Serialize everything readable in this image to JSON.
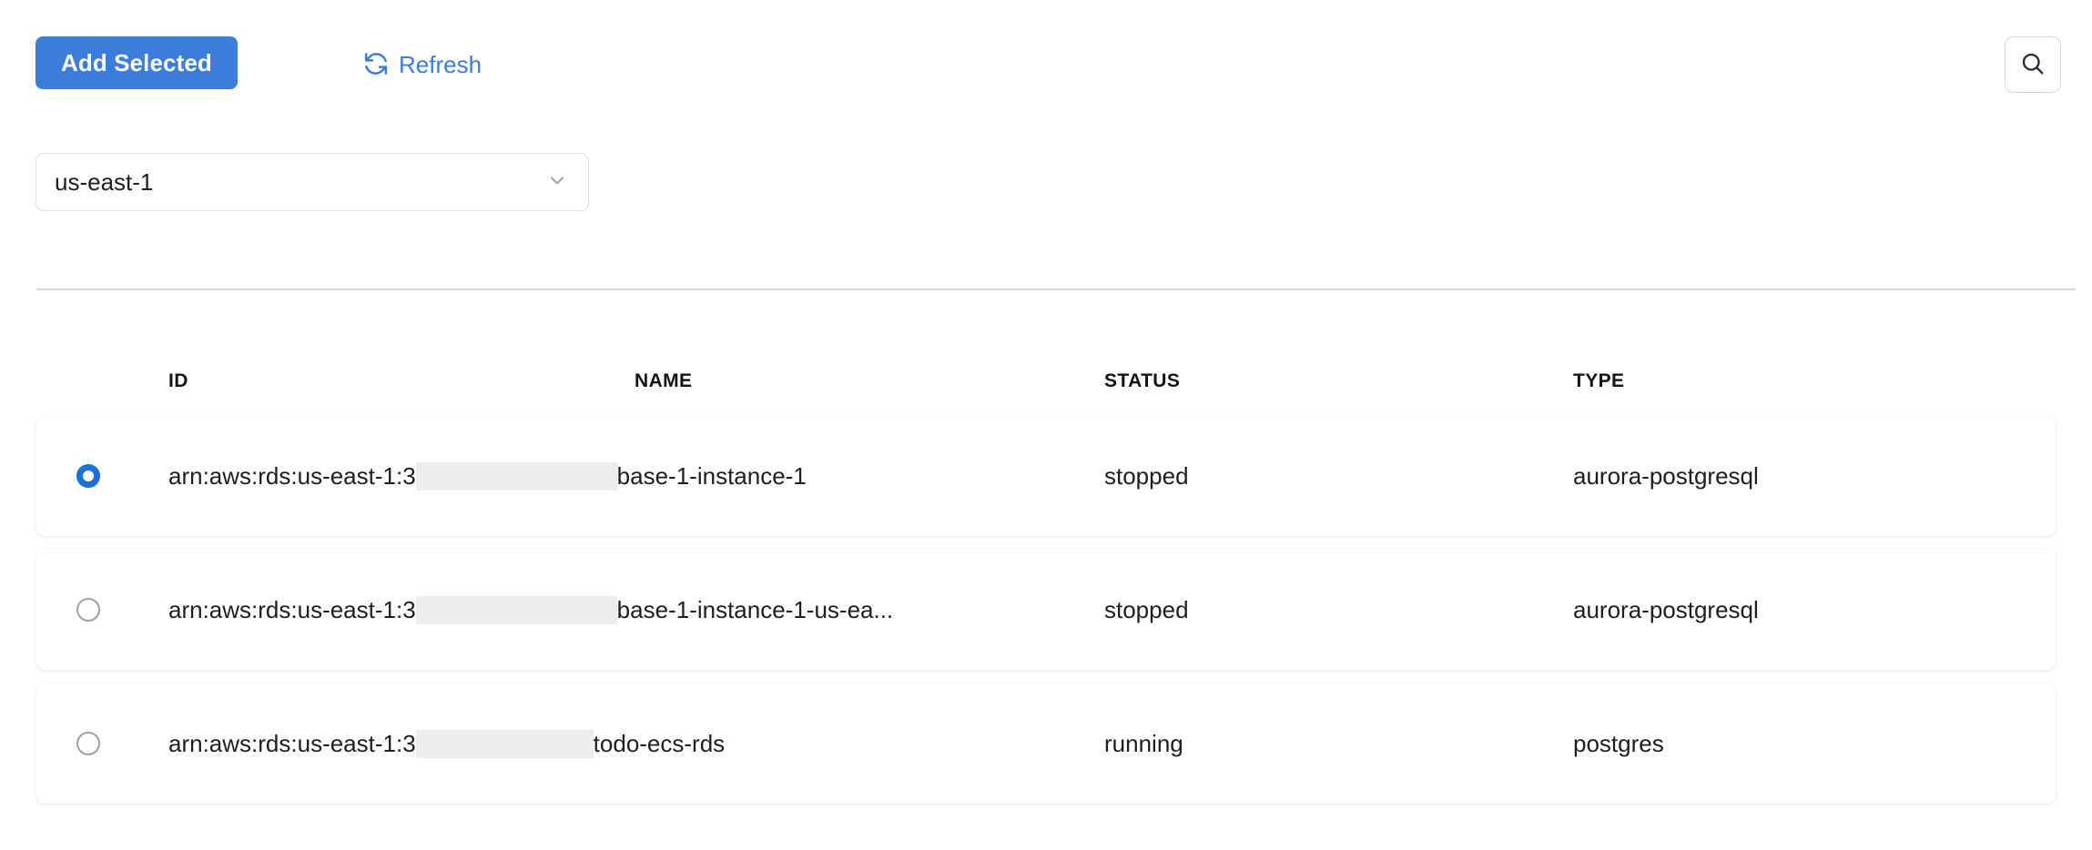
{
  "toolbar": {
    "add_selected_label": "Add Selected",
    "refresh_label": "Refresh",
    "refresh_icon": "refresh-icon",
    "search_icon": "search-icon",
    "accent_color": "#3b7dd8"
  },
  "region_filter": {
    "selected": "us-east-1",
    "chevron_icon": "chevron-down-icon"
  },
  "table": {
    "columns": [
      "ID",
      "NAME",
      "STATUS",
      "TYPE"
    ],
    "rows": [
      {
        "selected": true,
        "id_prefix": "arn:aws:rds:us-east-1:3",
        "id_redacted": "xxxxxxxxxxxxxxxxx",
        "id_suffix": "base-1-instance-1",
        "status": "stopped",
        "type": "aurora-postgresql"
      },
      {
        "selected": false,
        "id_prefix": "arn:aws:rds:us-east-1:3",
        "id_redacted": "xxxxxxxxxxxxxxxxx",
        "id_suffix": "base-1-instance-1-us-ea...",
        "status": "stopped",
        "type": "aurora-postgresql"
      },
      {
        "selected": false,
        "id_prefix": "arn:aws:rds:us-east-1:3",
        "id_redacted": "xxxxxxxxxxxxxxx",
        "id_suffix": " todo-ecs-rds",
        "status": "running",
        "type": "postgres"
      }
    ]
  }
}
